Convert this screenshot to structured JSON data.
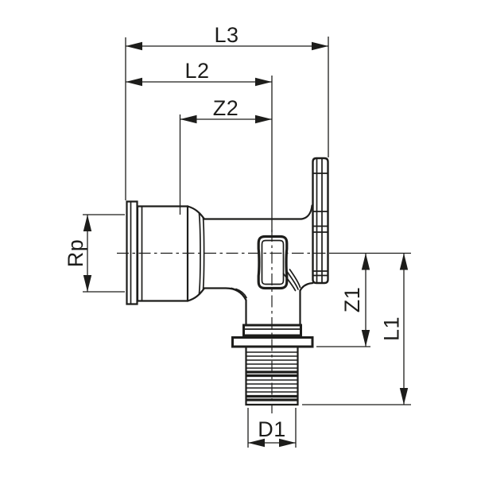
{
  "page": {
    "background_color": "#ffffff"
  },
  "drawing": {
    "stroke_color": "#1d1d1b",
    "labels": {
      "l3": "L3",
      "l2": "L2",
      "z2": "Z2",
      "rp": "Rp",
      "z1": "Z1",
      "l1": "L1",
      "d1": "D1"
    }
  }
}
